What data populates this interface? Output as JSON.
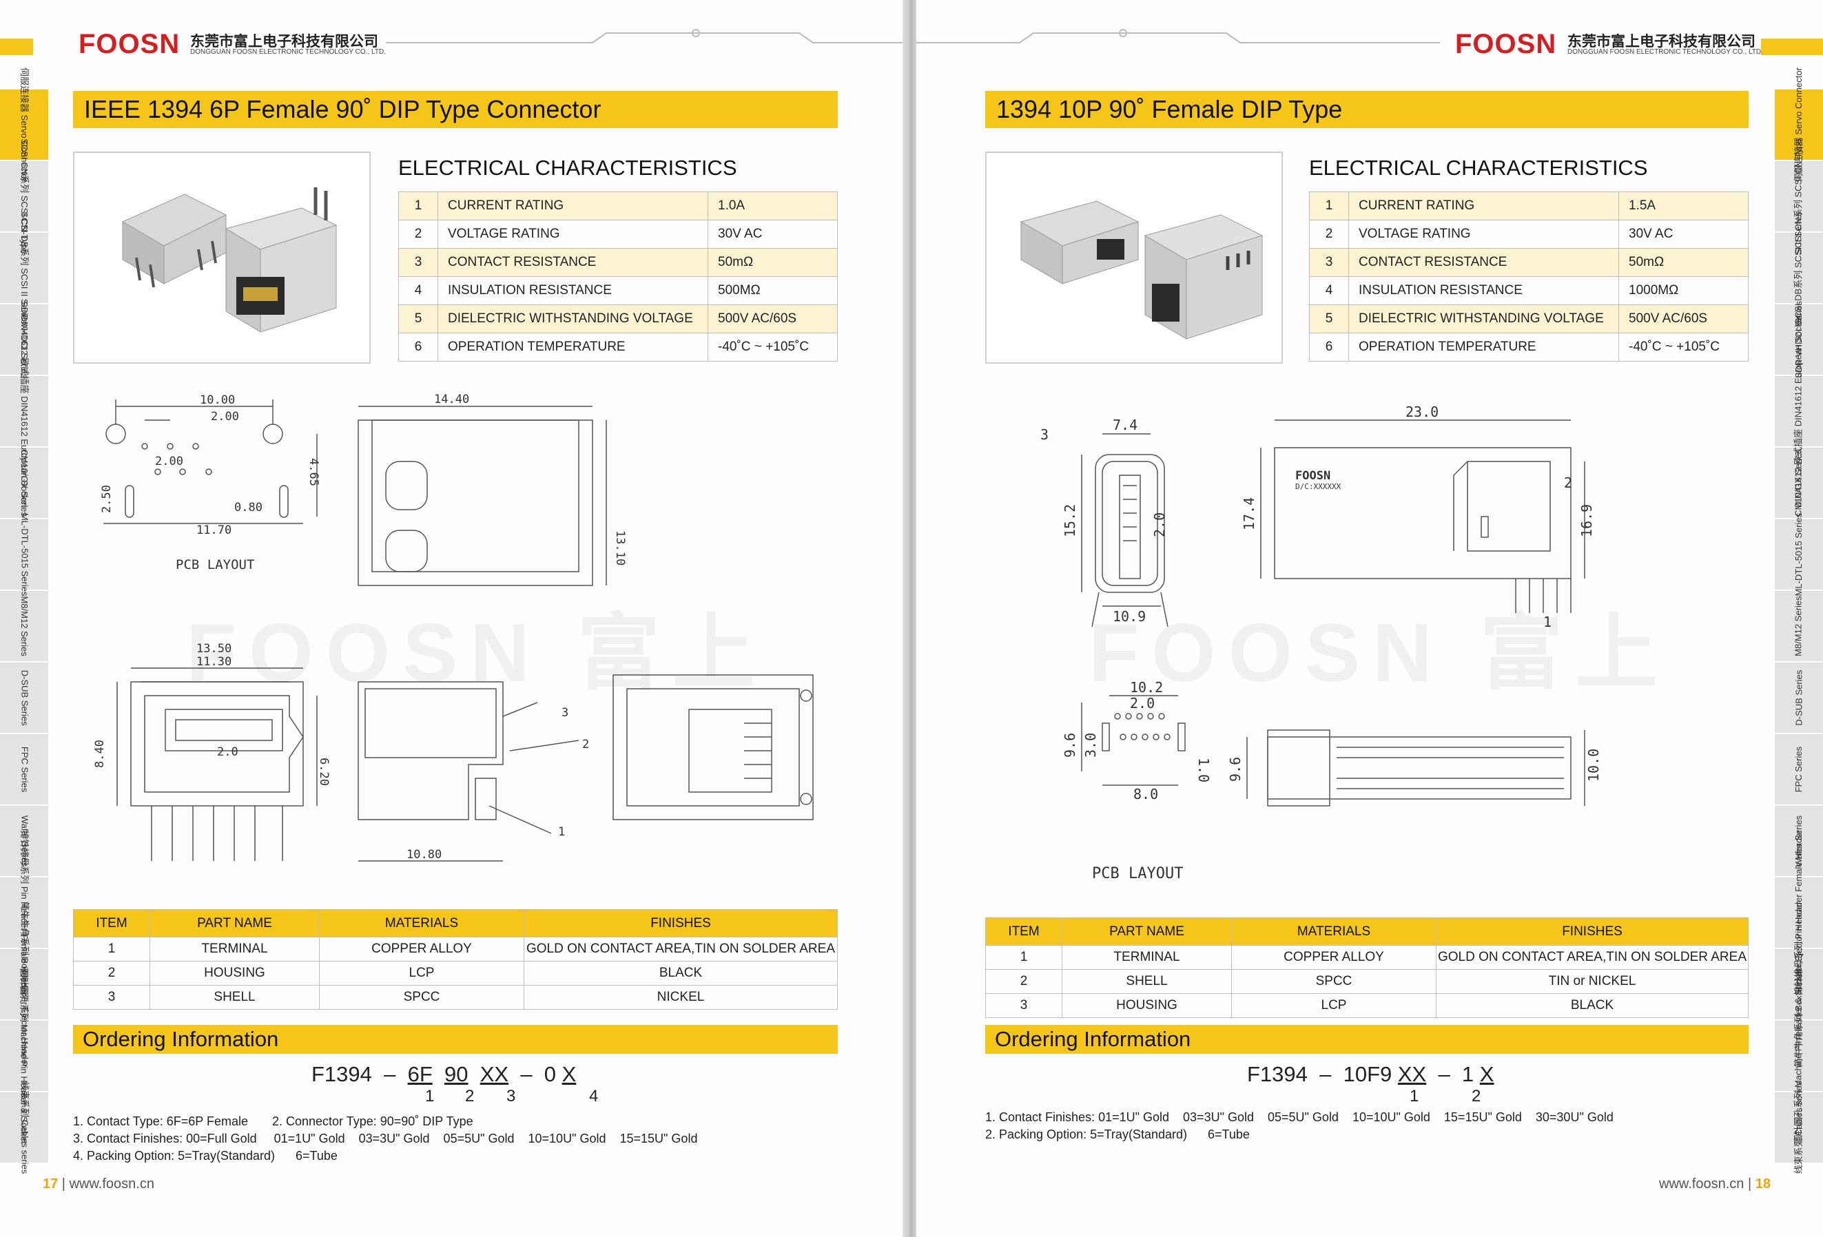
{
  "brand": {
    "logo": "FOOSN",
    "company_cn": "东莞市富上电子科技有限公司",
    "company_en": "DONGGUAN FOOSN ELECTRONIC TECHNOLOGY CO., LTD."
  },
  "watermark": "FOOSN 富上",
  "sidetabs_left": [
    "伺服连接器 Servo Connector",
    "SCSI CN系列 SCSI CN-Type",
    "SCSI DB系列 SCSI II Series",
    "SDR VHDCI Series",
    "DIN41612 欧式插座 DIN41612 European Socket",
    "CM10/GX Series",
    "ML-DTL-5015 Series",
    "M8/M12 Series",
    "D-SUB Series",
    "FPC Series",
    "Wafer Series",
    "排针排母系列 Pin Header Female Header",
    "简牛牛角系列 Box Header Ejector Header",
    "圆针圆孔系列 Machine Pin Header & Socket",
    "线束系列 Cables series"
  ],
  "left": {
    "title": "IEEE 1394 6P Female 90˚ DIP Type Connector",
    "ec_title": "ELECTRICAL CHARACTERISTICS",
    "ec_rows": [
      {
        "n": "1",
        "name": "CURRENT RATING",
        "value": "1.0A"
      },
      {
        "n": "2",
        "name": "VOLTAGE RATING",
        "value": "30V AC"
      },
      {
        "n": "3",
        "name": "CONTACT RESISTANCE",
        "value": "50mΩ"
      },
      {
        "n": "4",
        "name": "INSULATION RESISTANCE",
        "value": "500MΩ"
      },
      {
        "n": "5",
        "name": "DIELECTRIC WITHSTANDING VOLTAGE",
        "value": "500V AC/60S"
      },
      {
        "n": "6",
        "name": "OPERATION TEMPERATURE",
        "value": "-40˚C ~ +105˚C"
      }
    ],
    "drawing": {
      "pcb_label": "PCB LAYOUT",
      "dims": [
        "10.00",
        "2.00",
        "2.00",
        "4.65",
        "2.50",
        "0.80",
        "11.70",
        "14.40",
        "13.10",
        "13.50",
        "11.30",
        "8.40",
        "6.20",
        "2.0",
        "10.80",
        "3",
        "2",
        "1"
      ]
    },
    "mat_headers": [
      "ITEM",
      "PART NAME",
      "MATERIALS",
      "FINISHES"
    ],
    "mat_rows": [
      [
        "1",
        "TERMINAL",
        "COPPER ALLOY",
        "GOLD ON CONTACT AREA,TIN ON SOLDER AREA"
      ],
      [
        "2",
        "HOUSING",
        "LCP",
        "BLACK"
      ],
      [
        "3",
        "SHELL",
        "SPCC",
        "NICKEL"
      ]
    ],
    "ordering_title": "Ordering Information",
    "pn": {
      "prefix": "F1394  –  ",
      "p1": "6F",
      "sp1": "  ",
      "p2": "90",
      "sp2": "  ",
      "p3": "XX",
      "mid": "  –  0 ",
      "p4": "X",
      "idx": [
        "1",
        "2",
        "3",
        "4"
      ]
    },
    "notes": [
      "1. Contact Type: 6F=6P Female       2. Connector Type: 90=90˚ DIP Type",
      "3. Contact Finishes: 00=Full Gold     01=1U\" Gold    03=3U\" Gold    05=5U\" Gold    10=10U\" Gold    15=15U\" Gold",
      "4. Packing Option: 5=Tray(Standard)      6=Tube"
    ],
    "page_no": "17",
    "site": "www.foosn.cn"
  },
  "right": {
    "title": "1394 10P 90˚ Female DIP Type",
    "ec_title": "ELECTRICAL CHARACTERISTICS",
    "ec_rows": [
      {
        "n": "1",
        "name": "CURRENT RATING",
        "value": "1.5A"
      },
      {
        "n": "2",
        "name": "VOLTAGE RATING",
        "value": "30V AC"
      },
      {
        "n": "3",
        "name": "CONTACT RESISTANCE",
        "value": "50mΩ"
      },
      {
        "n": "4",
        "name": "INSULATION RESISTANCE",
        "value": "1000MΩ"
      },
      {
        "n": "5",
        "name": "DIELECTRIC WITHSTANDING VOLTAGE",
        "value": "500V AC/60S"
      },
      {
        "n": "6",
        "name": "OPERATION TEMPERATURE",
        "value": "-40˚C ~ +105˚C"
      }
    ],
    "drawing": {
      "pcb_label": "PCB LAYOUT",
      "marking": "FOOSN",
      "marking2": "D/C:XXXXXX",
      "dims": [
        "7.4",
        "15.2",
        "2.0",
        "10.9",
        "23.0",
        "17.4",
        "16.9",
        "10.2",
        "2.0",
        "9.6",
        "3.0",
        "1.0",
        "8.0",
        "9.6",
        "10.0",
        "3",
        "2",
        "1"
      ]
    },
    "mat_headers": [
      "ITEM",
      "PART NAME",
      "MATERIALS",
      "FINISHES"
    ],
    "mat_rows": [
      [
        "1",
        "TERMINAL",
        "COPPER ALLOY",
        "GOLD ON CONTACT AREA,TIN ON SOLDER AREA"
      ],
      [
        "2",
        "SHELL",
        "SPCC",
        "TIN or NICKEL"
      ],
      [
        "3",
        "HOUSING",
        "LCP",
        "BLACK"
      ]
    ],
    "ordering_title": "Ordering Information",
    "pn": {
      "prefix": "F1394  –  10F9 ",
      "p1": "XX",
      "mid": "  –  1 ",
      "p2": "X",
      "idx": [
        "1",
        "2"
      ]
    },
    "notes": [
      "1. Contact Finishes: 01=1U\" Gold    03=3U\" Gold    05=5U\" Gold    10=10U\" Gold    15=15U\" Gold    30=30U\" Gold",
      "2. Packing Option: 5=Tray(Standard)      6=Tube"
    ],
    "page_no": "18",
    "site": "www.foosn.cn"
  }
}
